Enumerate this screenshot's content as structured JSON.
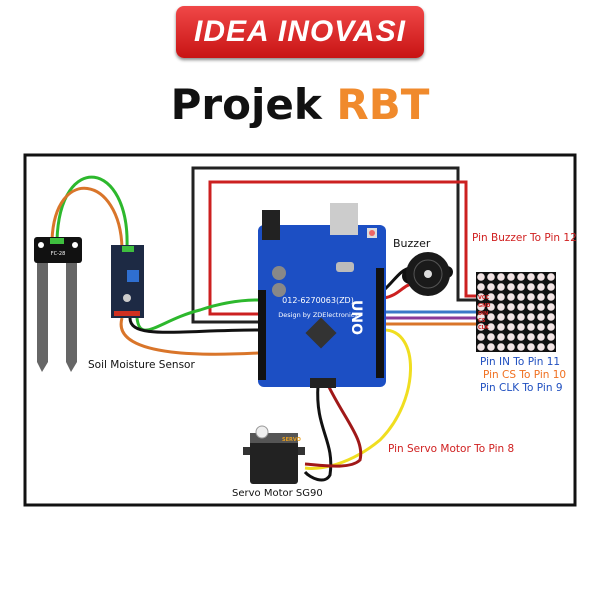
{
  "logo": {
    "text": "IDEA INOVASI"
  },
  "title": {
    "part1": "Projek",
    "part2": "RBT"
  },
  "colors": {
    "accent": "#f08a2c",
    "logo_red": "#d81e1e",
    "board_blue": "#1c4fc4"
  },
  "labels": {
    "soil_sensor": "Soil Moisture Sensor",
    "probe": "FC-28",
    "buzzer": "Buzzer",
    "buzzer_pin": "Pin Buzzer To Pin 12",
    "matrix_in": "Pin IN To Pin 11",
    "matrix_cs": "Pin CS To Pin 10",
    "matrix_clk": "Pin CLK To Pin 9",
    "servo_pin": "Pin Servo Motor To Pin 8",
    "servo": "Servo Motor SG90",
    "servo_body": "SERVO"
  },
  "board": {
    "phone": "012-6270063(ZD)",
    "design": "Design by ZDElectronics",
    "model": "UNO"
  },
  "matrix_pins": [
    "VCC",
    "GND",
    "DIN",
    "CS",
    "CLK"
  ]
}
